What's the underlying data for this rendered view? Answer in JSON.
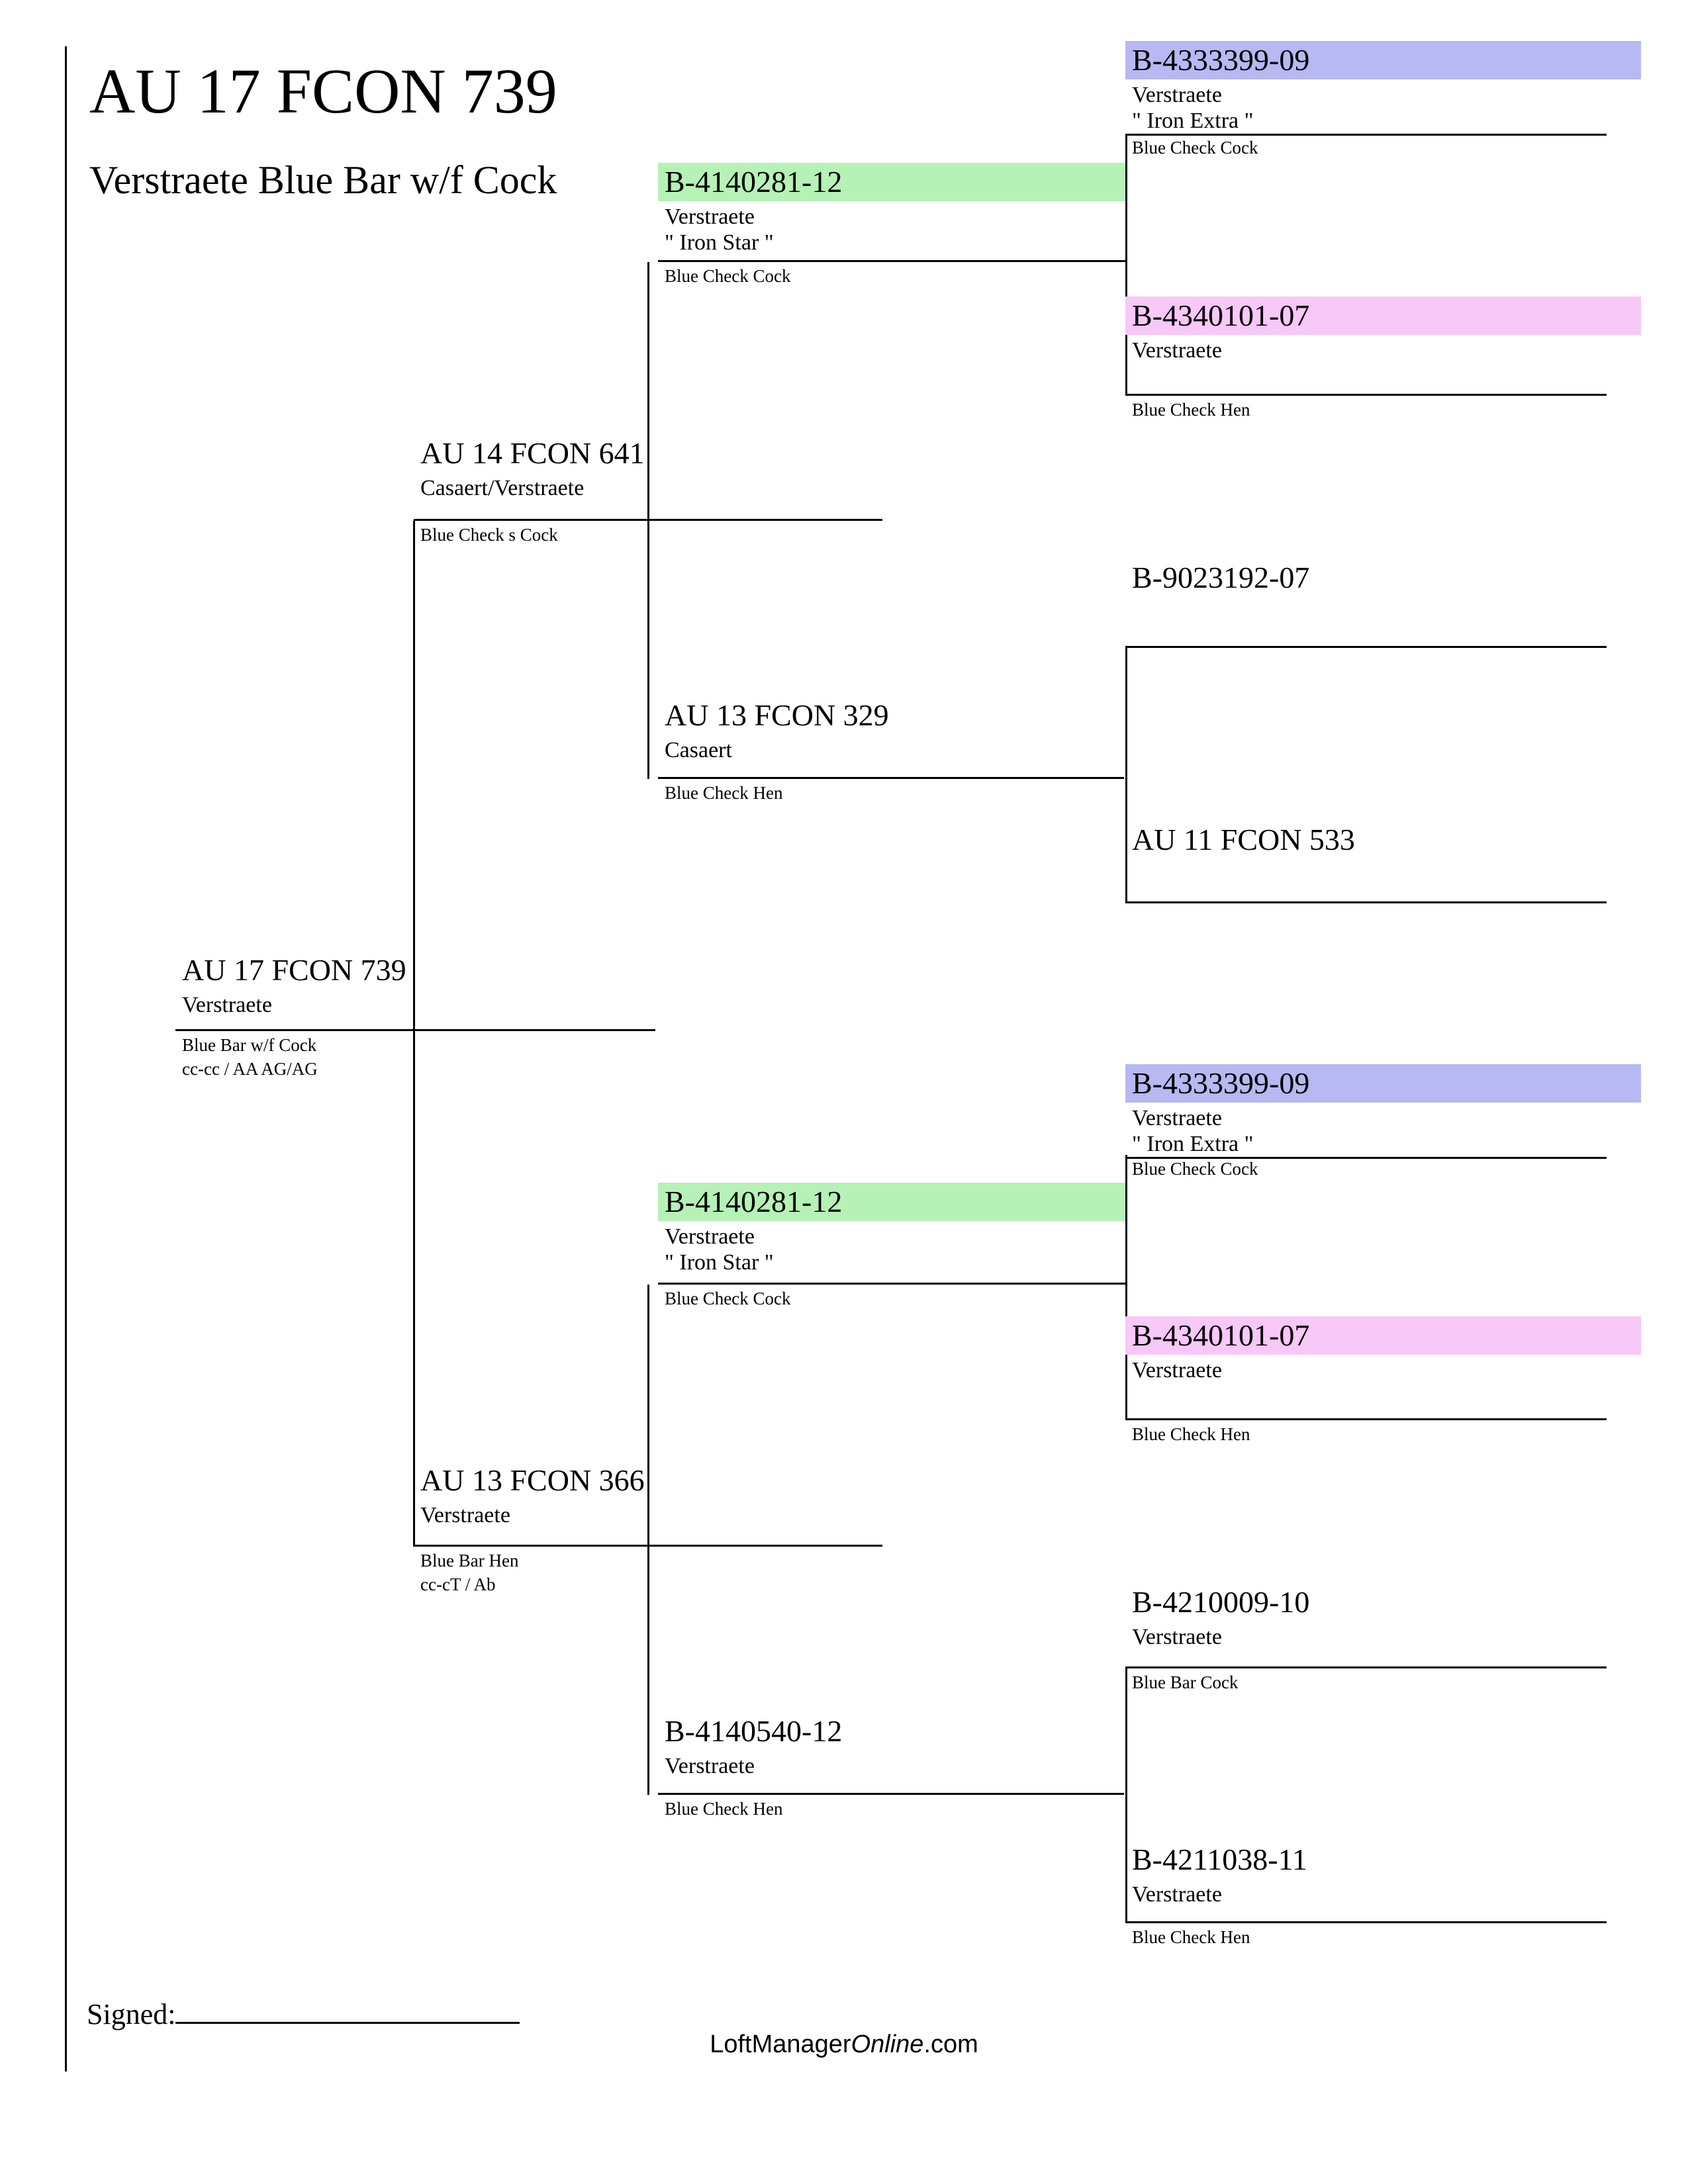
{
  "page": {
    "title": "AU 17 FCON 739",
    "subtitle": "Verstraete Blue Bar w/f Cock"
  },
  "colors": {
    "green": "#b6f2b6",
    "purple": "#b8b8f2",
    "pink": "#f8c8f8"
  },
  "entries": [
    {
      "band": "AU 17 FCON 739",
      "strain": "Verstraete",
      "caption": "Blue Bar w/f Cock",
      "caption2": "cc-cc / AA  AG/AG"
    },
    {
      "band": "AU 14 FCON 641",
      "strain": "Casaert/Verstraete",
      "caption": "Blue Check s Cock"
    },
    {
      "band": "AU 13 FCON 366",
      "strain": "Verstraete",
      "caption": "Blue Bar Hen",
      "caption2": "cc-cT / Ab"
    },
    {
      "band": "B-4140281-12",
      "strain": "Verstraete",
      "name": "\" Iron Star \"",
      "caption": "Blue Check Cock",
      "highlight": "green"
    },
    {
      "band": "AU 13 FCON 329",
      "strain": "Casaert",
      "caption": "Blue Check Hen"
    },
    {
      "band": "B-4140281-12",
      "strain": "Verstraete",
      "name": "\" Iron Star \"",
      "caption": "Blue Check Cock",
      "highlight": "green"
    },
    {
      "band": "B-4140540-12",
      "strain": "Verstraete",
      "caption": "Blue Check Hen"
    },
    {
      "band": "B-4333399-09",
      "strain": "Verstraete",
      "name": "\" Iron Extra \"",
      "caption": "Blue Check Cock",
      "highlight": "purple"
    },
    {
      "band": "B-4340101-07",
      "strain": "Verstraete",
      "caption": "Blue Check Hen",
      "highlight": "pink"
    },
    {
      "band": "B-9023192-07"
    },
    {
      "band": "AU 11 FCON 533"
    },
    {
      "band": "B-4333399-09",
      "strain": "Verstraete",
      "name": "\" Iron Extra \"",
      "caption": "Blue Check Cock",
      "highlight": "purple"
    },
    {
      "band": "B-4340101-07",
      "strain": "Verstraete",
      "caption": "Blue Check Hen",
      "highlight": "pink"
    },
    {
      "band": "B-4210009-10",
      "strain": "Verstraete",
      "caption": "Blue Bar Cock"
    },
    {
      "band": "B-4211038-11",
      "strain": "Verstraete",
      "caption": "Blue Check Hen"
    }
  ],
  "footer": {
    "signed_label": "Signed:",
    "brand_prefix": "LoftManager",
    "brand_italic": "Online",
    "brand_suffix": ".com"
  }
}
